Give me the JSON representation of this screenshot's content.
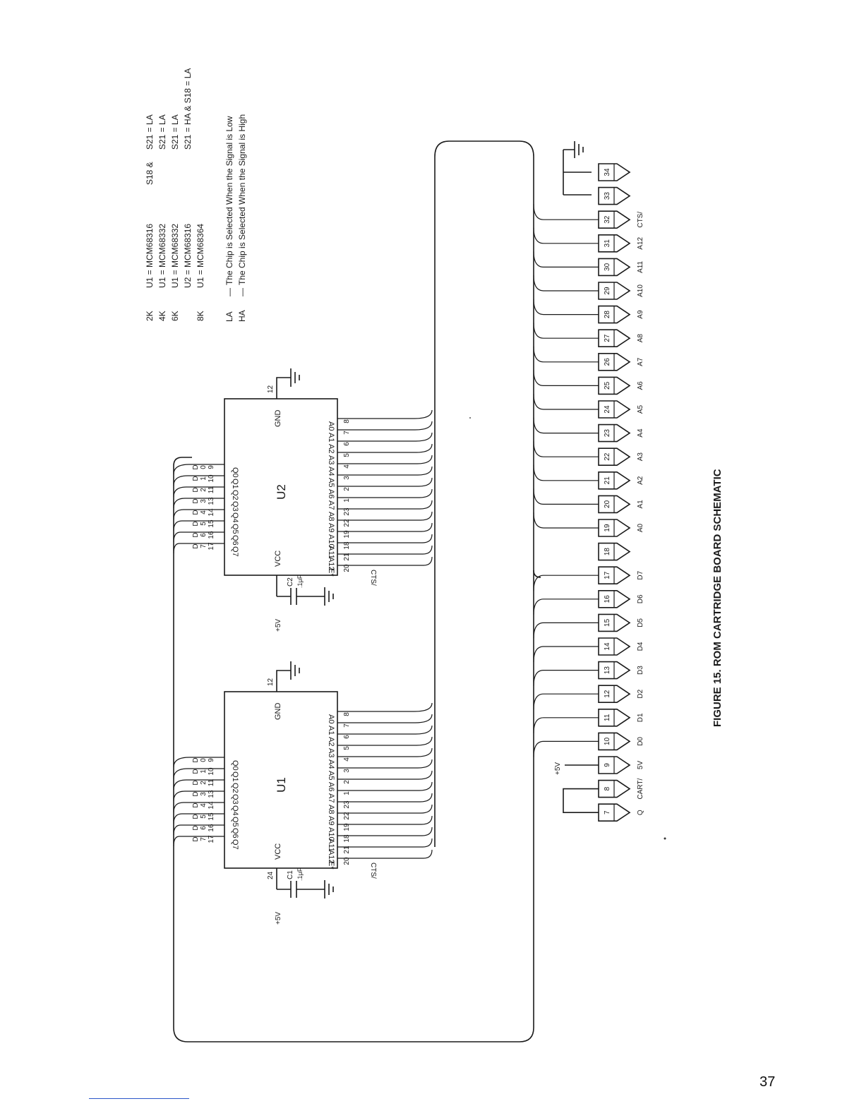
{
  "figure": {
    "caption": "FIGURE 15.  ROM CARTRIDGE BOARD SCHEMATIC"
  },
  "page": {
    "number": "37"
  },
  "legend": {
    "configs": [
      {
        "size": "2K",
        "chip": "U1 = MCM68316",
        "switches": "S18 &",
        "setting": "S21 = LA"
      },
      {
        "size": "4K",
        "chip": "U1 = MCM68332",
        "switches": "",
        "setting": "S21 = LA"
      },
      {
        "size": "6K",
        "chip": "U1 = MCM68332",
        "switches": "",
        "setting": "S21 = LA"
      },
      {
        "size": "",
        "chip": "U2 = MCM68316",
        "switches": "",
        "setting": "S21 = HA & S18 = LA"
      },
      {
        "size": "8K",
        "chip": "U1 = MCM68364",
        "switches": "",
        "setting": ""
      }
    ],
    "notes": [
      {
        "abbr": "LA",
        "dash": "—",
        "text": "The Chip is Selected When the Signal is Low"
      },
      {
        "abbr": "HA",
        "dash": "—",
        "text": "The Chip is Selected When the Signal is High"
      }
    ]
  },
  "chips": [
    {
      "name": "U2",
      "gnd_label": "GND",
      "gnd_pin": "12",
      "vcc_label": "VCC",
      "vcc_pin": "",
      "supply": "+5V",
      "cap_name": "C2",
      "cap_value": ".1μF",
      "select_label": "CTS/",
      "data_pins": [
        {
          "signal": "D7",
          "conn_top": "D",
          "conn_bottom": "7",
          "pin": "17",
          "label": "Q7"
        },
        {
          "signal": "D6",
          "conn_top": "D",
          "conn_bottom": "6",
          "pin": "16",
          "label": "Q6"
        },
        {
          "signal": "D5",
          "conn_top": "D",
          "conn_bottom": "5",
          "pin": "15",
          "label": "Q5"
        },
        {
          "signal": "D4",
          "conn_top": "D",
          "conn_bottom": "4",
          "pin": "14",
          "label": "Q4"
        },
        {
          "signal": "D3",
          "conn_top": "D",
          "conn_bottom": "3",
          "pin": "13",
          "label": "Q3"
        },
        {
          "signal": "D2",
          "conn_top": "D",
          "conn_bottom": "2",
          "pin": "11",
          "label": "Q2"
        },
        {
          "signal": "D1",
          "conn_top": "D",
          "conn_bottom": "1",
          "pin": "10",
          "label": "Q1"
        },
        {
          "signal": "D0",
          "conn_top": "D",
          "conn_bottom": "0",
          "pin": "9",
          "label": "Q0"
        }
      ],
      "addr_pins": [
        {
          "label": "E*",
          "pin": "20"
        },
        {
          "label": "A12",
          "pin": "21"
        },
        {
          "label": "A11",
          "pin": "18"
        },
        {
          "label": "A10",
          "pin": "19"
        },
        {
          "label": "A9",
          "pin": "22"
        },
        {
          "label": "A8",
          "pin": "23"
        },
        {
          "label": "A7",
          "pin": "1"
        },
        {
          "label": "A6",
          "pin": "2"
        },
        {
          "label": "A5",
          "pin": "3"
        },
        {
          "label": "A4",
          "pin": "4"
        },
        {
          "label": "A3",
          "pin": "5"
        },
        {
          "label": "A2",
          "pin": "6"
        },
        {
          "label": "A1",
          "pin": "7"
        },
        {
          "label": "A0",
          "pin": "8"
        }
      ]
    },
    {
      "name": "U1",
      "gnd_label": "GND",
      "gnd_pin": "12",
      "vcc_label": "VCC",
      "vcc_pin": "24",
      "supply": "+5V",
      "cap_name": "C1",
      "cap_value": ".1μF",
      "select_label": "CTS/",
      "data_pins": [
        {
          "signal": "D7",
          "conn_top": "D",
          "conn_bottom": "7",
          "pin": "17",
          "label": "Q7"
        },
        {
          "signal": "D6",
          "conn_top": "D",
          "conn_bottom": "6",
          "pin": "16",
          "label": "Q6"
        },
        {
          "signal": "D5",
          "conn_top": "D",
          "conn_bottom": "5",
          "pin": "15",
          "label": "Q5"
        },
        {
          "signal": "D4",
          "conn_top": "D",
          "conn_bottom": "4",
          "pin": "14",
          "label": "Q4"
        },
        {
          "signal": "D3",
          "conn_top": "D",
          "conn_bottom": "3",
          "pin": "13",
          "label": "Q3"
        },
        {
          "signal": "D2",
          "conn_top": "D",
          "conn_bottom": "2",
          "pin": "11",
          "label": "Q2"
        },
        {
          "signal": "D1",
          "conn_top": "D",
          "conn_bottom": "1",
          "pin": "10",
          "label": "Q1"
        },
        {
          "signal": "D0",
          "conn_top": "D",
          "conn_bottom": "0",
          "pin": "9",
          "label": "Q0"
        }
      ],
      "addr_pins": [
        {
          "label": "E*",
          "pin": "20"
        },
        {
          "label": "A12",
          "pin": "21"
        },
        {
          "label": "A11",
          "pin": "18"
        },
        {
          "label": "A10",
          "pin": "19"
        },
        {
          "label": "A9",
          "pin": "22"
        },
        {
          "label": "A8",
          "pin": "23"
        },
        {
          "label": "A7",
          "pin": "1"
        },
        {
          "label": "A6",
          "pin": "2"
        },
        {
          "label": "A5",
          "pin": "3"
        },
        {
          "label": "A4",
          "pin": "4"
        },
        {
          "label": "A3",
          "pin": "5"
        },
        {
          "label": "A2",
          "pin": "6"
        },
        {
          "label": "A1",
          "pin": "7"
        },
        {
          "label": "A0",
          "pin": "8"
        }
      ]
    }
  ],
  "connector": {
    "supply_label": "+5V",
    "pins": [
      {
        "num": "34",
        "label": ""
      },
      {
        "num": "33",
        "label": ""
      },
      {
        "num": "32",
        "label": "CTS/"
      },
      {
        "num": "31",
        "label": "A12"
      },
      {
        "num": "30",
        "label": "A11"
      },
      {
        "num": "29",
        "label": "A10"
      },
      {
        "num": "28",
        "label": "A9"
      },
      {
        "num": "27",
        "label": "A8"
      },
      {
        "num": "26",
        "label": "A7"
      },
      {
        "num": "25",
        "label": "A6"
      },
      {
        "num": "24",
        "label": "A5"
      },
      {
        "num": "23",
        "label": "A4"
      },
      {
        "num": "22",
        "label": "A3"
      },
      {
        "num": "21",
        "label": "A2"
      },
      {
        "num": "20",
        "label": "A1"
      },
      {
        "num": "19",
        "label": "A0"
      },
      {
        "num": "18",
        "label": ""
      },
      {
        "num": "17",
        "label": "D7"
      },
      {
        "num": "16",
        "label": "D6"
      },
      {
        "num": "15",
        "label": "D5"
      },
      {
        "num": "14",
        "label": "D4"
      },
      {
        "num": "13",
        "label": "D3"
      },
      {
        "num": "12",
        "label": "D2"
      },
      {
        "num": "11",
        "label": "D1"
      },
      {
        "num": "10",
        "label": "D0"
      },
      {
        "num": "9",
        "label": "5V"
      },
      {
        "num": "8",
        "label": "CART/"
      },
      {
        "num": "7",
        "label": "Q"
      }
    ]
  }
}
